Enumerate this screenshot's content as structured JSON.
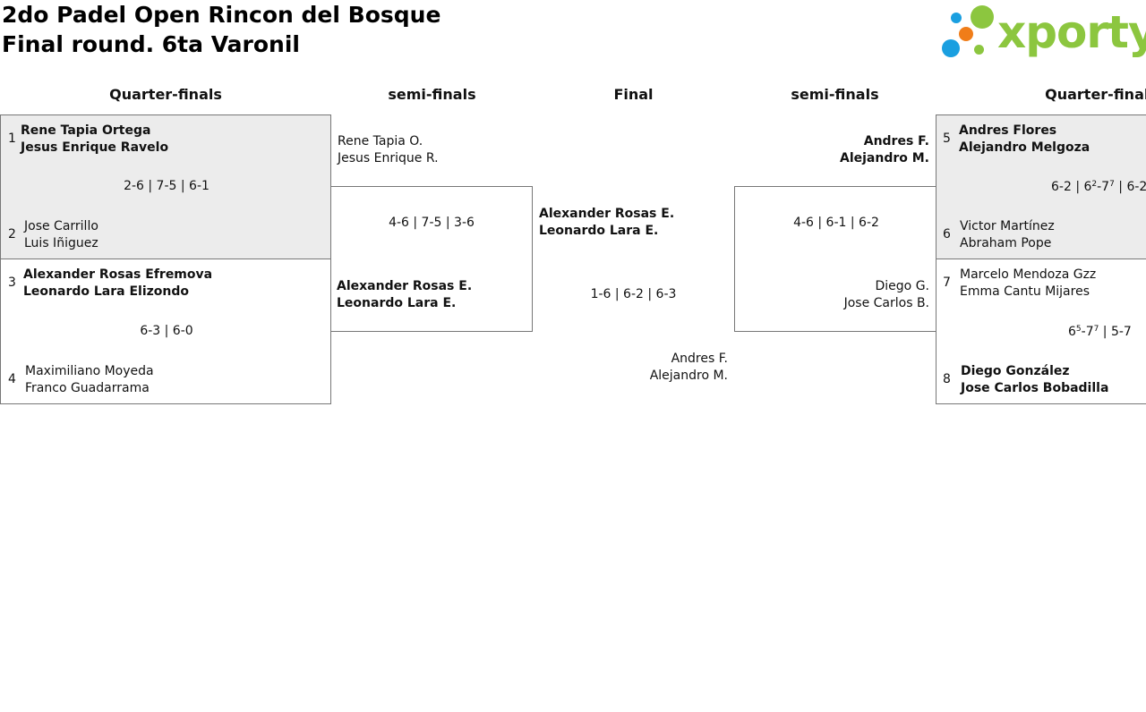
{
  "header": {
    "title_line1": "2do Padel Open Rincon del Bosque",
    "title_line2": "Final round. 6ta Varonil",
    "logo_text": "xporty"
  },
  "rounds": {
    "qf_left": "Quarter-finals",
    "sf_left": "semi-finals",
    "final": "Final",
    "sf_right": "semi-finals",
    "qf_right": "Quarter-finals"
  },
  "left_qf": [
    {
      "seed_a": "1",
      "a1": "Rene Tapia Ortega",
      "a2": "Jesus Enrique Ravelo",
      "score": "2-6 | 7-5 | 6-1",
      "seed_b": "2",
      "b1": "Jose Carrillo",
      "b2": "Luis Iñiguez"
    },
    {
      "seed_a": "3",
      "a1": "Alexander Rosas Efremova",
      "a2": "Leonardo Lara Elizondo",
      "score": "6-3 | 6-0",
      "seed_b": "4",
      "b1": "Maximiliano Moyeda",
      "b2": "Franco Guadarrama"
    }
  ],
  "left_sf": {
    "a1": "Rene Tapia O.",
    "a2": "Jesus Enrique R.",
    "score": "4-6 | 7-5 | 3-6",
    "b1": "Alexander Rosas E.",
    "b2": "Leonardo Lara E."
  },
  "final": {
    "a1": "Alexander Rosas E.",
    "a2": "Leonardo Lara E.",
    "score": "1-6 | 6-2 | 6-3",
    "b1": "Andres F.",
    "b2": "Alejandro M."
  },
  "right_sf": {
    "a1": "Andres F.",
    "a2": "Alejandro M.",
    "score": "4-6 | 6-1 | 6-2",
    "b1": "Diego G.",
    "b2": "Jose Carlos B."
  },
  "right_qf": [
    {
      "seed_a": "5",
      "a1": "Andres Flores",
      "a2": "Alejandro Melgoza",
      "score_parts": [
        "6-2 | 6",
        "2",
        "-7",
        "7",
        " | 6-2"
      ],
      "seed_b": "6",
      "b1": "Victor Martínez",
      "b2": "Abraham Pope"
    },
    {
      "seed_a": "7",
      "a1": "Marcelo Mendoza Gzz",
      "a2": "Emma Cantu Mijares",
      "score_parts": [
        "6",
        "5",
        "-7",
        "7",
        " | 5-7"
      ],
      "seed_b": "8",
      "b1": "Diego González",
      "b2": "Jose Carlos Bobadilla"
    }
  ],
  "colors": {
    "logo_green": "#8cc63f",
    "dot_blue": "#1a9fe0",
    "dot_orange": "#f07d19",
    "dot_green": "#8cc63f",
    "box_shade": "#ececec"
  }
}
